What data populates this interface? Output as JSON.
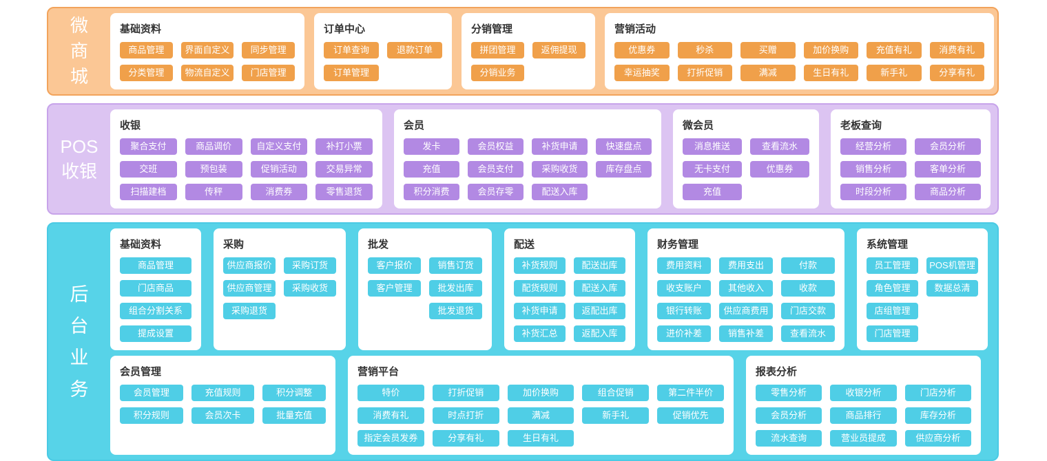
{
  "sections": [
    {
      "id": "mall",
      "label": "微商城",
      "label_lines": [
        "微",
        "商",
        "城"
      ],
      "theme": {
        "band_bg": "#FBC795",
        "band_border": "#F2A35B",
        "button_bg": "#F0A04A",
        "label_text": "#FFFFFF",
        "title_text": "#333333",
        "button_text": "#FFFFFF"
      },
      "rows": [
        [
          {
            "id": "ms-basic",
            "title": "基础资料",
            "buttons": [
              "商品管理",
              "界面自定义",
              "同步管理",
              "分类管理",
              "物流自定义",
              "门店管理"
            ]
          },
          {
            "id": "ms-order",
            "title": "订单中心",
            "buttons": [
              "订单查询",
              "退款订单",
              "订单管理"
            ]
          },
          {
            "id": "ms-dist",
            "title": "分销管理",
            "buttons": [
              "拼团管理",
              "返佣提现",
              "分销业务"
            ]
          },
          {
            "id": "ms-marketing",
            "title": "营销活动",
            "buttons": [
              "优惠券",
              "秒杀",
              "买赠",
              "加价换购",
              "充值有礼",
              "消费有礼",
              "幸运抽奖",
              "打折促销",
              "满减",
              "生日有礼",
              "新手礼",
              "分享有礼"
            ]
          }
        ]
      ]
    },
    {
      "id": "pos",
      "label": "POS收银",
      "label_lines": [
        "POS",
        "收银"
      ],
      "theme": {
        "band_bg": "#DCC4F2",
        "band_border": "#C7A3EA",
        "button_bg": "#B289E3",
        "label_text": "#FFFFFF",
        "title_text": "#333333",
        "button_text": "#FFFFFF"
      },
      "rows": [
        [
          {
            "id": "pos-cashier",
            "title": "收银",
            "buttons": [
              "聚合支付",
              "商品调价",
              "自定义支付",
              "补打小票",
              "交班",
              "预包装",
              "促销活动",
              "交易异常",
              "扫描建档",
              "传秤",
              "消费券",
              "零售退货"
            ]
          },
          {
            "id": "pos-member",
            "title": "会员",
            "buttons": [
              "发卡",
              "会员权益",
              "补货申请",
              "快速盘点",
              "充值",
              "会员支付",
              "采购收货",
              "库存盘点",
              "积分消费",
              "会员存零",
              "配送入库"
            ]
          },
          {
            "id": "pos-wemember",
            "title": "微会员",
            "buttons": [
              "消息推送",
              "查看流水",
              "无卡支付",
              "优惠券",
              "充值"
            ]
          },
          {
            "id": "pos-boss",
            "title": "老板查询",
            "buttons": [
              "经营分析",
              "会员分析",
              "销售分析",
              "客单分析",
              "时段分析",
              "商品分析"
            ]
          }
        ]
      ]
    },
    {
      "id": "backend",
      "label": "后台业务",
      "label_lines": [
        "后",
        "台",
        "业",
        "务"
      ],
      "theme": {
        "band_bg": "#57D3E8",
        "band_border": "#4ACAE4",
        "button_bg": "#4FCEE6",
        "label_text": "#FFFFFF",
        "title_text": "#333333",
        "button_text": "#FFFFFF"
      },
      "rows": [
        [
          {
            "id": "bk-basic",
            "title": "基础资料",
            "buttons": [
              "商品管理",
              "门店商品",
              "组合分割关系",
              "提成设置"
            ]
          },
          {
            "id": "bk-purchase",
            "title": "采购",
            "buttons": [
              "供应商报价",
              "采购订货",
              "供应商管理",
              "采购收货",
              "采购退货"
            ]
          },
          {
            "id": "bk-wholesale",
            "title": "批发",
            "buttons": [
              "客户报价",
              "销售订货",
              "客户管理",
              "批发出库",
              null,
              "批发退货"
            ]
          },
          {
            "id": "bk-delivery",
            "title": "配送",
            "buttons": [
              "补货规则",
              "配送出库",
              "配货规则",
              "配送入库",
              "补货申请",
              "返配出库",
              "补货汇总",
              "返配入库"
            ]
          },
          {
            "id": "bk-finance",
            "title": "财务管理",
            "buttons": [
              "费用资料",
              "费用支出",
              "付款",
              "收支账户",
              "其他收入",
              "收款",
              "银行转账",
              "供应商费用",
              "门店交款",
              "进价补差",
              "销售补差",
              "查看流水"
            ]
          },
          {
            "id": "bk-system",
            "title": "系统管理",
            "buttons": [
              "员工管理",
              "POS机管理",
              "角色管理",
              "数据总清",
              "店组管理",
              null,
              "门店管理",
              null
            ]
          }
        ],
        [
          {
            "id": "bk-member",
            "title": "会员管理",
            "buttons": [
              "会员管理",
              "充值规则",
              "积分调整",
              "积分规则",
              "会员次卡",
              "批量充值"
            ]
          },
          {
            "id": "bk-marketing",
            "title": "营销平台",
            "buttons": [
              "特价",
              "打折促销",
              "加价换购",
              "组合促销",
              "第二件半价",
              "消费有礼",
              "时点打折",
              "满减",
              "新手礼",
              "促销优先",
              "指定会员发券",
              "分享有礼",
              "生日有礼"
            ]
          },
          {
            "id": "bk-report",
            "title": "报表分析",
            "buttons": [
              "零售分析",
              "收银分析",
              "门店分析",
              "会员分析",
              "商品排行",
              "库存分析",
              "流水查询",
              "营业员提成",
              "供应商分析"
            ]
          }
        ]
      ]
    }
  ]
}
